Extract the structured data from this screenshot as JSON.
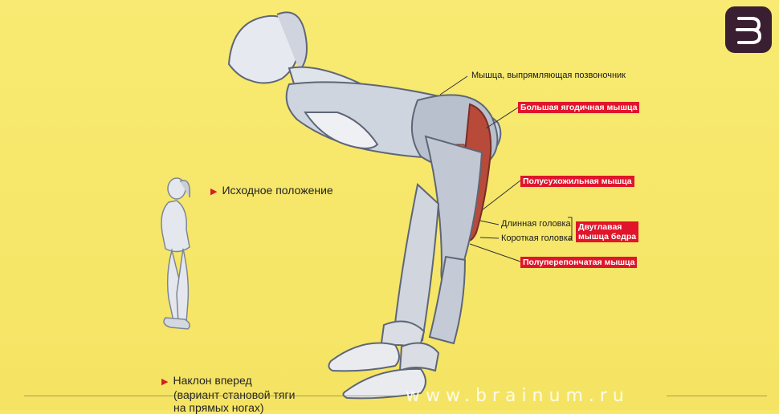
{
  "labels": {
    "erector": "Мышца, выпрямляющая позвоночник",
    "gluteus": "Большая ягодичная мышца",
    "semitendinosus": "Полусухожильная мышца",
    "long_head": "Длинная головка",
    "short_head": "Короткая головка",
    "biceps_femoris_line1": "Двуглавая",
    "biceps_femoris_line2": "мышца бедра",
    "semimembranosus": "Полуперепончатая мышца"
  },
  "captions": {
    "start_position": "Исходное положение",
    "bend_line1": "Наклон вперед",
    "bend_line2": "(вариант становой тяги",
    "bend_line3": "на прямых ногах)"
  },
  "footer": {
    "site": "www.brainum.ru"
  },
  "logo": {
    "icon": "brainum-logo-icon",
    "bg": "#3a1f33"
  },
  "colors": {
    "background": "#f7e86a",
    "label_bg": "#e0152b",
    "muscle_red": "#b84a3a"
  }
}
